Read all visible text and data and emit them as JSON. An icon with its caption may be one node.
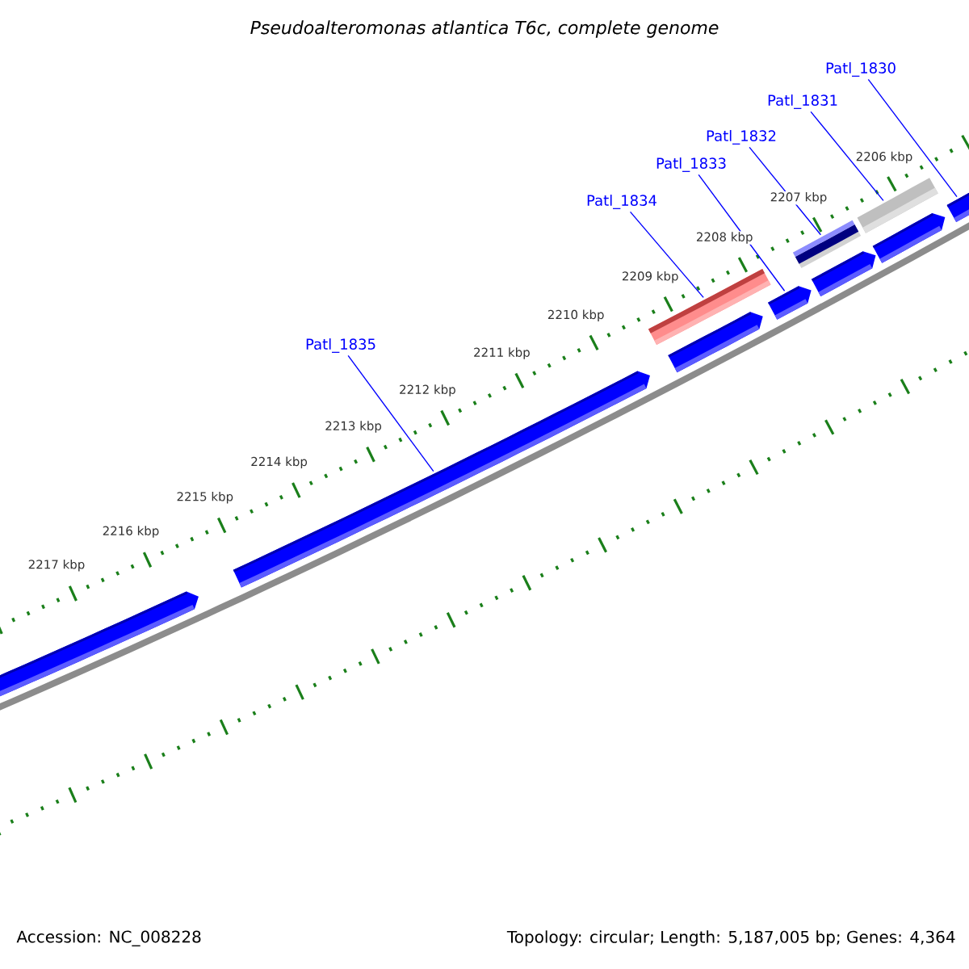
{
  "diagram": {
    "title": "Pseudoalteromonas atlantica T6c, complete genome",
    "nodes": [
      {
        "text": [
          "Patl_1830"
        ]
      },
      {
        "text": [
          "Patl_1831"
        ]
      },
      {
        "text": [
          "Patl_1832"
        ]
      },
      {
        "text": [
          "Patl_1833"
        ]
      },
      {
        "text": [
          "Patl_1834"
        ]
      },
      {
        "text": [
          "Patl_1835"
        ]
      },
      {
        "text": [],
        "shape": "arrow"
      },
      {
        "text": [],
        "shape": "arrow"
      },
      {
        "text": [],
        "shape": "bar"
      },
      {
        "text": [],
        "shape": "arrow"
      },
      {
        "text": [],
        "shape": "arrow"
      },
      {
        "text": [],
        "shape": "bar"
      },
      {
        "text": [],
        "shape": "arrow"
      },
      {
        "text": [],
        "shape": "bar"
      },
      {
        "text": [],
        "shape": "arrow"
      },
      {
        "text": [],
        "shape": "arrow"
      }
    ],
    "edges": [
      {
        "from": 0,
        "to": 15,
        "arrow": "none"
      },
      {
        "from": 1,
        "to": 13,
        "arrow": "none"
      },
      {
        "from": 2,
        "to": 11,
        "arrow": "none"
      },
      {
        "from": 3,
        "to": 10,
        "arrow": "none"
      },
      {
        "from": 4,
        "to": 8,
        "arrow": "none"
      },
      {
        "from": 5,
        "to": 7,
        "arrow": "none"
      }
    ],
    "labels": [
      "2206 kbp",
      "2207 kbp",
      "2208 kbp",
      "2209 kbp",
      "2210 kbp",
      "2211 kbp",
      "2212 kbp",
      "2213 kbp",
      "2214 kbp",
      "2215 kbp",
      "2216 kbp",
      "2217 kbp",
      "Accession: NC_008228",
      "Topology: circular; Length: 5,187,005 bp; Genes: 4,364"
    ]
  }
}
